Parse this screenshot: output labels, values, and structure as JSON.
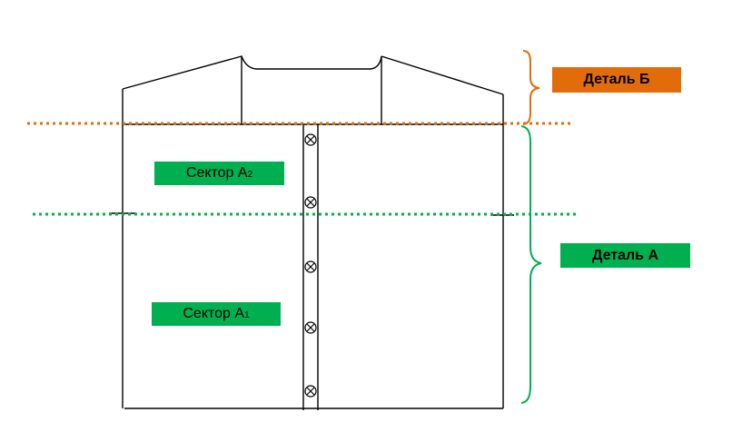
{
  "colors": {
    "outline": "#000000",
    "orange": "#E36C0A",
    "green": "#00B050"
  },
  "labels": {
    "detail_b": "Деталь Б",
    "detail_a": "Деталь А",
    "sector_a2": {
      "text": "Сектор А",
      "sub": "2"
    },
    "sector_a1": {
      "text": "Сектор А",
      "sub": "1"
    }
  },
  "icons": {
    "button": "crossed-circle-icon"
  }
}
